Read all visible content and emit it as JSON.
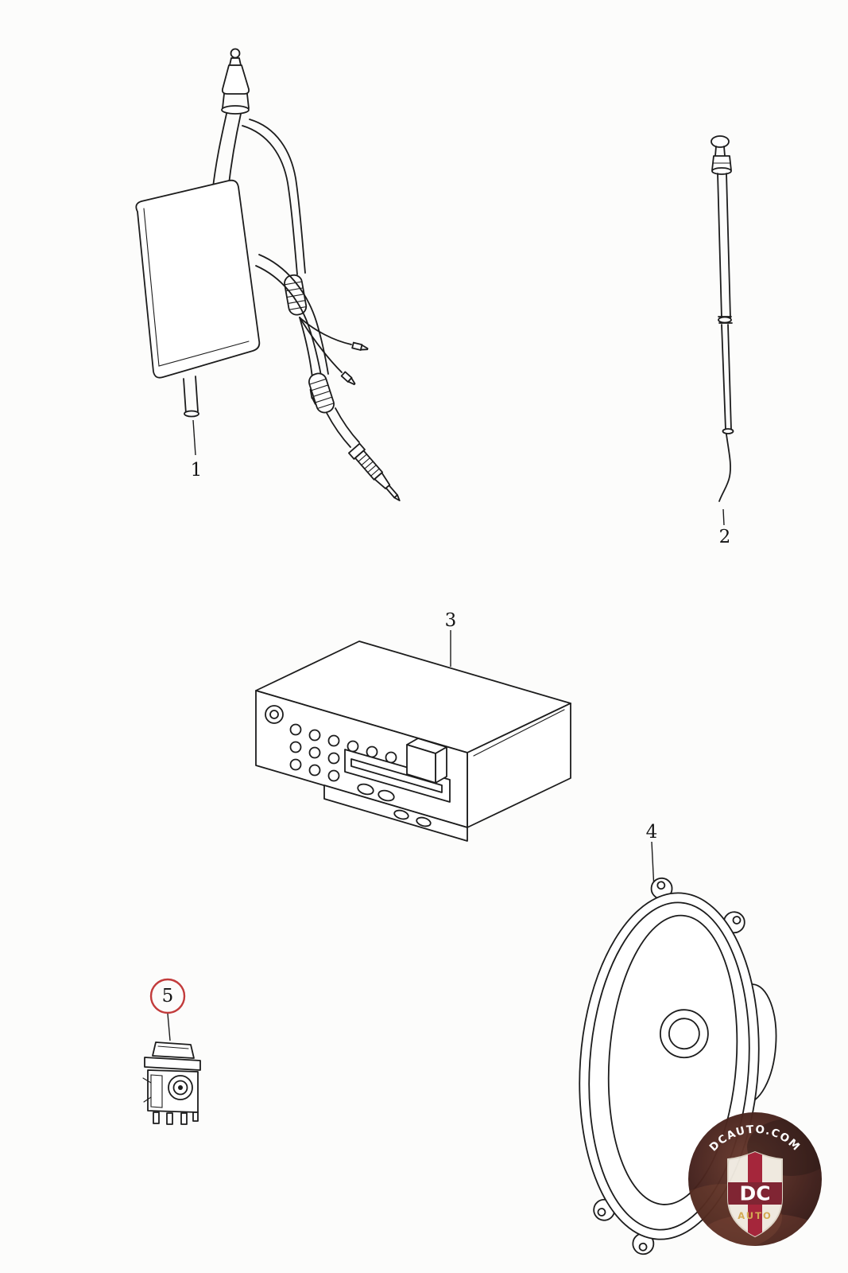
{
  "page": {
    "background": "#fcfcfb"
  },
  "diagram": {
    "parts": [
      {
        "number": "1"
      },
      {
        "number": "2"
      },
      {
        "number": "3"
      },
      {
        "number": "4"
      },
      {
        "number": "5",
        "highlighted": true
      }
    ]
  },
  "watermark": {
    "site": "DCAUTO.COM",
    "monogram": "DC",
    "brand": "AUTO"
  },
  "colors": {
    "page_bg": "#fcfcfb",
    "line": "#1c1c1c",
    "highlight": "#c23b3b",
    "watermark_text": "#ffffff",
    "watermark_accent": "#a32035",
    "watermark_gold": "#d2a84f"
  }
}
